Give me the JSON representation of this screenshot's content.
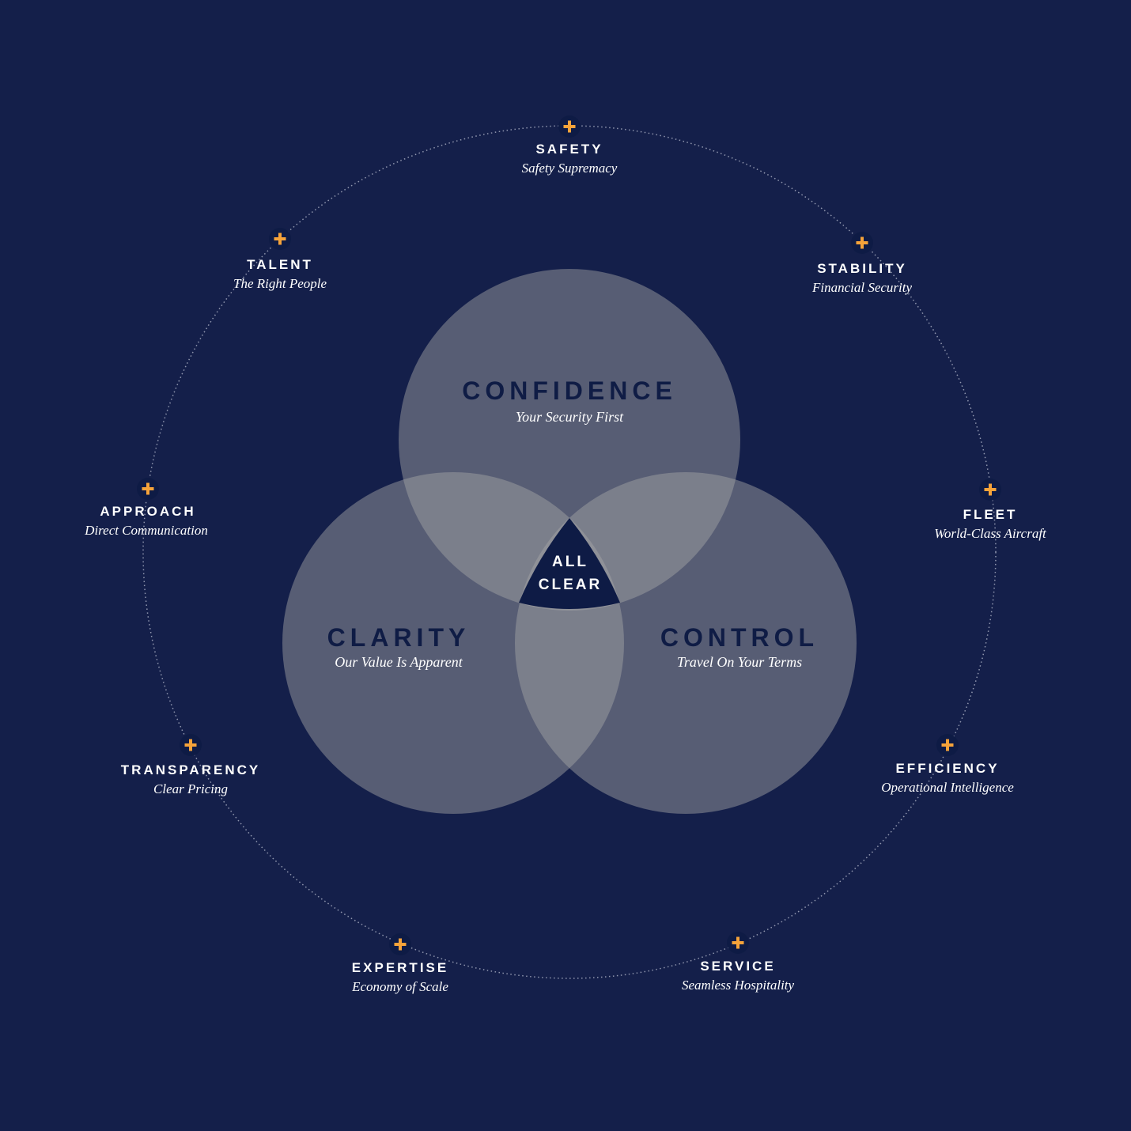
{
  "colors": {
    "background": "#141f4a",
    "circle_fill": "#a9a9a9",
    "center_fill": "#0e1b45",
    "plus_accent": "#f5a33a",
    "ring_dots": "#b9bfd0",
    "text_light": "#ffffff",
    "text_dark": "#0f1c45"
  },
  "center": {
    "line1": "ALL",
    "line2": "CLEAR"
  },
  "circles": [
    {
      "id": "confidence",
      "title": "CONFIDENCE",
      "subtitle": "Your Security First"
    },
    {
      "id": "clarity",
      "title": "CLARITY",
      "subtitle": "Our Value Is Apparent"
    },
    {
      "id": "control",
      "title": "CONTROL",
      "subtitle": "Travel On Your Terms"
    }
  ],
  "ring_nodes": [
    {
      "id": "safety",
      "title": "SAFETY",
      "subtitle": "Safety Supremacy",
      "icon": "plus-icon"
    },
    {
      "id": "stability",
      "title": "STABILITY",
      "subtitle": "Financial Security",
      "icon": "plus-icon"
    },
    {
      "id": "fleet",
      "title": "FLEET",
      "subtitle": "World-Class Aircraft",
      "icon": "plus-icon"
    },
    {
      "id": "efficiency",
      "title": "EFFICIENCY",
      "subtitle": "Operational Intelligence",
      "icon": "plus-icon"
    },
    {
      "id": "service",
      "title": "SERVICE",
      "subtitle": "Seamless Hospitality",
      "icon": "plus-icon"
    },
    {
      "id": "expertise",
      "title": "EXPERTISE",
      "subtitle": "Economy of Scale",
      "icon": "plus-icon"
    },
    {
      "id": "transparency",
      "title": "TRANSPARENCY",
      "subtitle": "Clear Pricing",
      "icon": "plus-icon"
    },
    {
      "id": "approach",
      "title": "APPROACH",
      "subtitle": "Direct Communication",
      "icon": "plus-icon"
    },
    {
      "id": "talent",
      "title": "TALENT",
      "subtitle": "The Right People",
      "icon": "plus-icon"
    }
  ]
}
